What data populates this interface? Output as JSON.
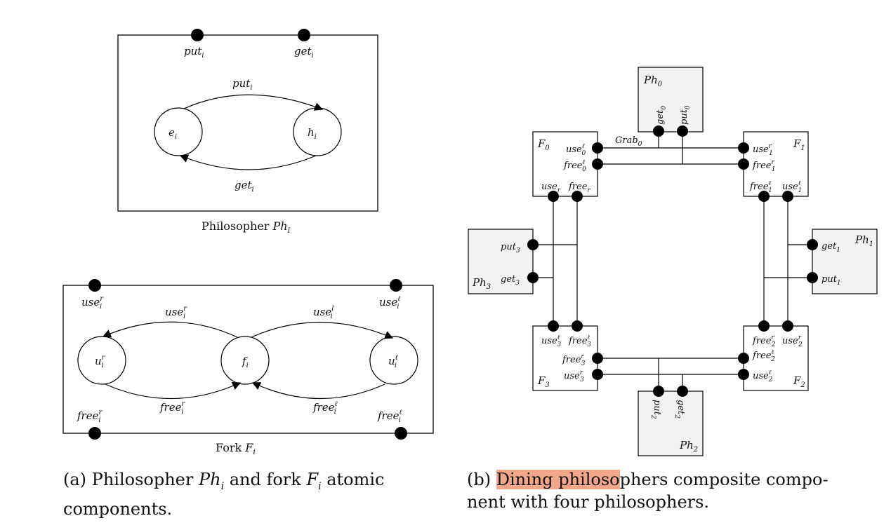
{
  "philosopher": {
    "port_put": "put",
    "port_get": "get",
    "sub": "i",
    "edge_put": "put",
    "edge_get": "get",
    "state_e": "e",
    "state_h": "h",
    "caption_prefix": "Philosopher ",
    "caption_name": "Ph"
  },
  "fork": {
    "port_use_r": "use",
    "port_use_l": "use",
    "port_free_r": "free",
    "port_free_l": "free",
    "sup_r": "r",
    "sup_l": "ℓ",
    "sup_l_edge": "l",
    "sub": "i",
    "edge_use_r": "use",
    "edge_use_l": "use",
    "edge_free_r": "free",
    "edge_free_l": "free",
    "state_ur": "u",
    "state_f": "f",
    "state_ul": "u",
    "caption_prefix": "Fork ",
    "caption_name": "F"
  },
  "composite": {
    "ph0": {
      "name": "Ph",
      "idx": "0",
      "get": "get",
      "put": "put"
    },
    "ph1": {
      "name": "Ph",
      "idx": "1",
      "get": "get",
      "put": "put"
    },
    "ph2": {
      "name": "Ph",
      "idx": "2",
      "get": "get",
      "put": "put"
    },
    "ph3": {
      "name": "Ph",
      "idx": "3",
      "get": "get",
      "put": "put"
    },
    "f0": {
      "name": "F",
      "idx": "0",
      "use": "use",
      "free": "free",
      "use_r": "use",
      "free_r": "free",
      "r": "r",
      "l": "ℓ"
    },
    "f1": {
      "name": "F",
      "idx": "1",
      "use": "use",
      "free": "free",
      "r": "r",
      "l": "ℓ"
    },
    "f2": {
      "name": "F",
      "idx": "2",
      "use": "use",
      "free": "free",
      "r": "r",
      "l": "ℓ"
    },
    "f3": {
      "name": "F",
      "idx": "3",
      "use": "use",
      "free": "free",
      "r": "r",
      "l": "ℓ"
    },
    "grab": "Grab",
    "grab_idx": "0"
  },
  "captions": {
    "a_label": "(a) Philosopher ",
    "a_ph": "Ph",
    "a_ph_sub": "i",
    "a_mid": " and fork ",
    "a_f": "F",
    "a_f_sub": "i",
    "a_tail": " atomic",
    "a_line2": "components.",
    "b_label": "(b) ",
    "b_highlight": "Dining philoso",
    "b_rest": "phers composite compo-",
    "b_line2": "nent with four philosophers."
  }
}
